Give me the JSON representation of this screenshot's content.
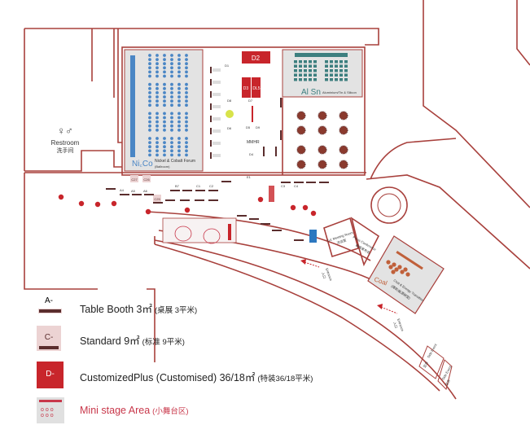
{
  "map": {
    "restroom": {
      "label": "Restroom",
      "label_cn": "洗手间"
    },
    "rooms": {
      "nico": {
        "logo": "Ni꜀Co",
        "title": "Nickel & Cobalt Forum",
        "subtitle": "(Ballroom)"
      },
      "alsn": {
        "logo": "Al Sn",
        "subtitle": "Aluminium/Tin & Silicon"
      },
      "coal": {
        "logo": "Coal",
        "title": "Coal & Energy Transition",
        "subtitle": "(煤炭/能源转型)"
      },
      "meeting": {
        "title": "1v1 Meeting Room",
        "subtitle": "洽谈室"
      },
      "press": {
        "title": "Press Conference",
        "subtitle": "新闻发布会"
      },
      "side1": {
        "title": "Side Event",
        "subtitle": "边会"
      },
      "side2": {
        "title": "Side Event",
        "subtitle": "边会"
      }
    },
    "entrances": [
      {
        "label": "Entrance",
        "label_cn": "入口"
      },
      {
        "label": "Entrance",
        "label_cn": "入口"
      }
    ],
    "booths": {
      "D2": "D2",
      "D1": "D1",
      "D3": "D3",
      "DL5": "DL5",
      "D8": "D8",
      "D7": "D7",
      "D6": "D6",
      "D5": "D5",
      "D9": "D9",
      "D4": "D4",
      "A4": "A4",
      "A5": "A5",
      "A6": "A6",
      "C27": "C27",
      "C26": "C26",
      "C25": "C25",
      "C1": "C1",
      "C2": "C2",
      "C3": "C3",
      "C4": "C4",
      "E1": "E1",
      "B7": "B7",
      "MMHR": "MMHR"
    }
  },
  "legend": [
    {
      "code": "A-",
      "label": "Table Booth 3㎡",
      "label_cn": "(桌展 3平米)"
    },
    {
      "code": "C-",
      "label": "Standard 9㎡",
      "label_cn": "(标准 9平米)"
    },
    {
      "code": "D-",
      "label": "CustomizedPlus (Customised) 36/18㎡",
      "label_cn": "(特装36/18平米)"
    },
    {
      "code": "",
      "label": "Mini stage Area",
      "label_cn": "(小舞台区)"
    }
  ],
  "colors": {
    "wall": "#a8403c",
    "booth_red": "#c8252b",
    "booth_dark": "#5a2d2d",
    "room_grey": "#e3e3e3",
    "seat_blue": "#4a86c5",
    "table_brown": "#8a3a2e",
    "mini_stage_text": "#c8374a"
  }
}
